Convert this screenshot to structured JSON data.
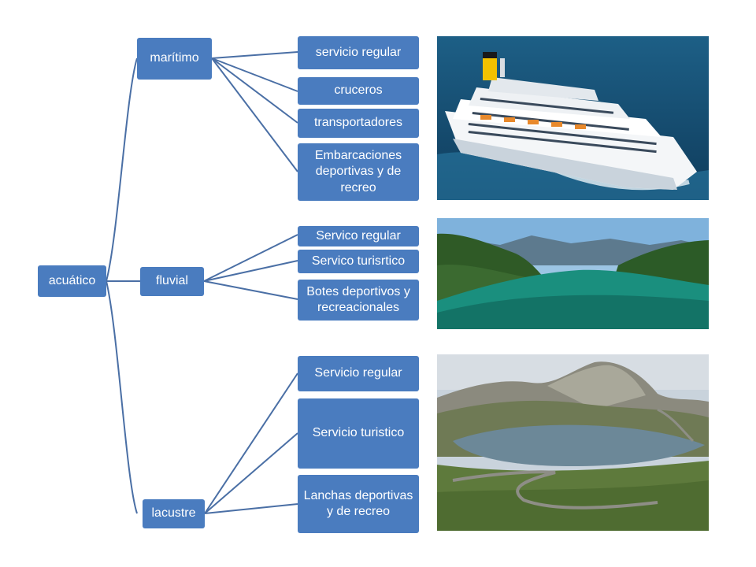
{
  "colors": {
    "node_fill": "#4a7cbf",
    "connector": "#4a6fa5",
    "background": "#ffffff"
  },
  "root": {
    "label": "acuático"
  },
  "branches": [
    {
      "label": "marítimo",
      "items": [
        "servicio regular",
        "cruceros",
        "transportadores",
        "Embarcaciones deportivas y de recreo"
      ],
      "image": "cruise-ship-photo"
    },
    {
      "label": "fluvial",
      "items": [
        "Servico regular",
        "Servico turisrtico",
        "Botes deportivos y recreacionales"
      ],
      "image": "river-photo"
    },
    {
      "label": "lacustre",
      "items": [
        "Servicio regular",
        "Servicio turistico",
        "Lanchas deportivas y de recreo"
      ],
      "image": "mountain-lake-photo"
    }
  ]
}
